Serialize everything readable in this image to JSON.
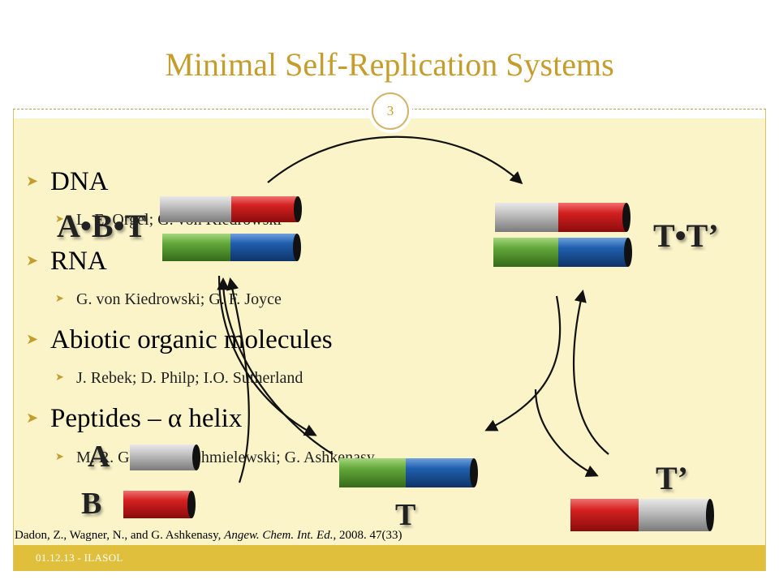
{
  "slide": {
    "title": "Minimal Self-Replication Systems",
    "number": "3",
    "footer": "01.12.13 - ILASOL"
  },
  "bullets": [
    {
      "label": "DNA",
      "sub": "L. E. Orgel; G. von Kiedrowski"
    },
    {
      "label": "RNA",
      "sub": "G. von Kiedrowski; G. F. Joyce"
    },
    {
      "label": "Abiotic organic molecules",
      "sub": "J. Rebek; D. Philp; I.O. Sutherland"
    },
    {
      "label": "Peptides – α helix",
      "sub": "M. R. Ghadiri; J. Chmielewski; G. Ashkenasy"
    }
  ],
  "diagram": {
    "labels": {
      "abt": "A•B•T",
      "tt": "T•T’",
      "a": "A",
      "b": "B",
      "t": "T",
      "tprime": "T’"
    }
  },
  "citation": {
    "authors": "Dadon, Z., Wagner, N., and G. Ashkenasy, ",
    "journal": "Angew. Chem. Int. Ed.",
    "rest": ", 2008. 47(33)"
  },
  "colors": {
    "accent": "#c59d2d",
    "body_background": "#fbf4c9",
    "footer_bar": "#e0bf3d",
    "cyl_gray": "#b5b5b5",
    "cyl_red": "#d42020",
    "cyl_green": "#63a83a",
    "cyl_blue": "#1f5fad"
  }
}
